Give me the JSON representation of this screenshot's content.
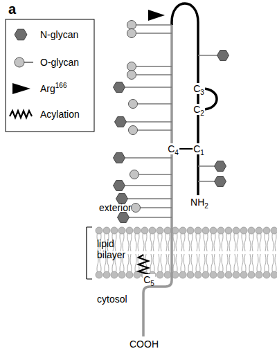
{
  "diagram": {
    "labels": [
      "a",
      "C3",
      "C2",
      "C1",
      "C4",
      "NH2",
      "exterior",
      "lipid bilayer",
      "cytosol",
      "C5",
      "COOH"
    ],
    "legend": [
      {
        "text": "N-glycan"
      },
      {
        "text": "O-glycan"
      },
      {
        "text": "Arg166"
      },
      {
        "text": "Acylation"
      }
    ]
  }
}
